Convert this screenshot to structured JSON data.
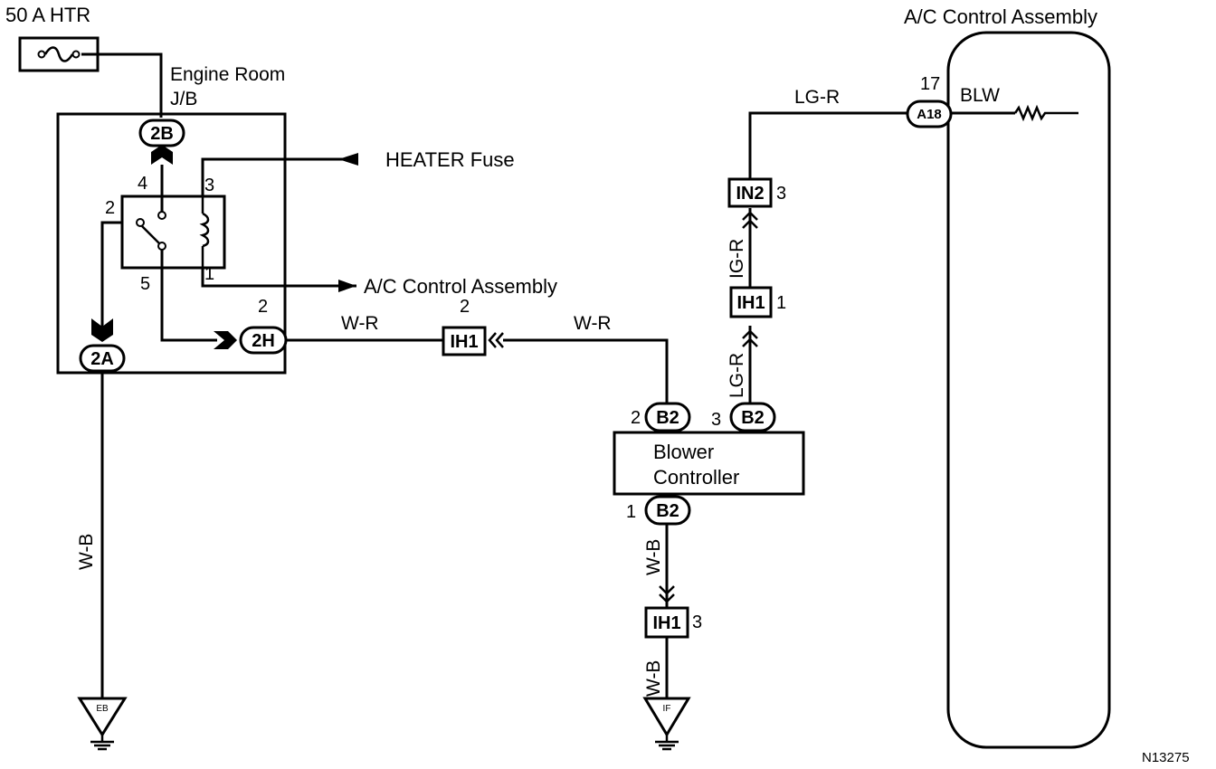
{
  "labels": {
    "htr_fuse": "50 A HTR",
    "engine_room": "Engine Room",
    "jb": "J/B",
    "heater_fuse": "HEATER Fuse",
    "ac_ref": "A/C Control Assembly",
    "ac_title": "A/C Control Assembly",
    "blower_line1": "Blower",
    "blower_line2": "Controller",
    "blw": "BLW",
    "figure_id": "N13275"
  },
  "connectors": {
    "c2b": "2B",
    "c2a": "2A",
    "c2h": "2H",
    "ih1_wr": "IH1",
    "ih1_lgr": "IH1",
    "ih1_wb": "IH1",
    "in2": "IN2",
    "a18": "A18",
    "b2_top_left": "B2",
    "b2_top_right": "B2",
    "b2_bottom": "B2"
  },
  "grounds": {
    "eb": "EB",
    "if": "IF"
  },
  "pins": {
    "relay4": "4",
    "relay3": "3",
    "relay2": "2",
    "relay5": "5",
    "relay1": "1",
    "c2h_pin": "2",
    "ih1_wr_pin": "2",
    "ih1_lgr_pin": "1",
    "in2_pin": "3",
    "ih1_wb_pin": "3",
    "a18_pin": "17",
    "b2_left_pin": "2",
    "b2_right_pin": "3",
    "b2_bottom_pin": "1"
  },
  "wires": {
    "wb_left": "W-B",
    "wr_left": "W-R",
    "wr_right": "W-R",
    "lgr_lower": "LG-R",
    "igr_mid": "IG-R",
    "lgr_top": "LG-R",
    "wb_mid_upper": "W-B",
    "wb_mid_lower": "W-B"
  }
}
